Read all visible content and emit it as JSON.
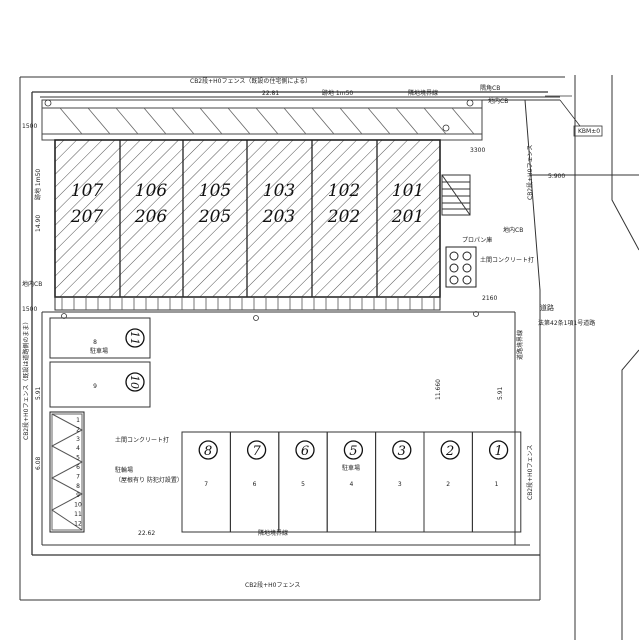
{
  "plan": {
    "north_fence_label": "CB2段+H0フェンス（既設の住宅側による）",
    "south_fence_label": "CB2段+H0フェンス",
    "west_fence_label": "CB2段+H0フェンス（既設は道路側のまま）",
    "east_fence_label": "CB2段+H0フェンス",
    "dim_top": "22.81",
    "dim_bottom": "22.62",
    "dim_depth": "14.90",
    "dim_right_lot": "11.660",
    "dim_street": "5.900",
    "dim_3300": "3300",
    "dim_2160": "2160",
    "dim_1500_top": "1500",
    "dim_1500_bottom": "1500",
    "dim_right_a": "5.91",
    "dim_left_lower": "6.08",
    "garden_label": "跡地 1m50",
    "garden_label_left": "跡地 1m50",
    "corner_label_ne": "隅角CB",
    "corner_label_mid": "地内CB",
    "corner_label_w": "地内CB",
    "border_label_top": "隣地境界線",
    "border_label_bottom": "隣地境界線",
    "propane_label": "プロパン庫",
    "concrete_label_1": "土間コンクリート打",
    "concrete_label_2": "土間コンクリート打",
    "road_title": "道路",
    "road_desc": "法第42条1項1号道路",
    "road_border_label": "道路境界線",
    "kb_label": "KBM±0",
    "lot_border_label": "隣地境界線",
    "bike_label": "駐輪場",
    "bike_sub": "（屋根有り 防犯灯設置）",
    "parking_label": "駐車場",
    "lower_parking_label": "駐車場"
  },
  "units": {
    "upper": [
      "107",
      "106",
      "105",
      "103",
      "102",
      "101"
    ],
    "lower": [
      "207",
      "206",
      "205",
      "203",
      "202",
      "201"
    ]
  },
  "parking": {
    "circled": [
      "8",
      "7",
      "6",
      "5",
      "3",
      "2",
      "1"
    ],
    "printed": [
      "7",
      "6",
      "5",
      "4",
      "3",
      "2",
      "1"
    ]
  },
  "left_parking": [
    {
      "circled": "11",
      "printed": "8"
    },
    {
      "circled": "10",
      "printed": "9"
    }
  ],
  "bike_rack_numbers": [
    "1",
    "2",
    "3",
    "4",
    "5",
    "6",
    "7",
    "8",
    "9",
    "10",
    "11",
    "12"
  ]
}
